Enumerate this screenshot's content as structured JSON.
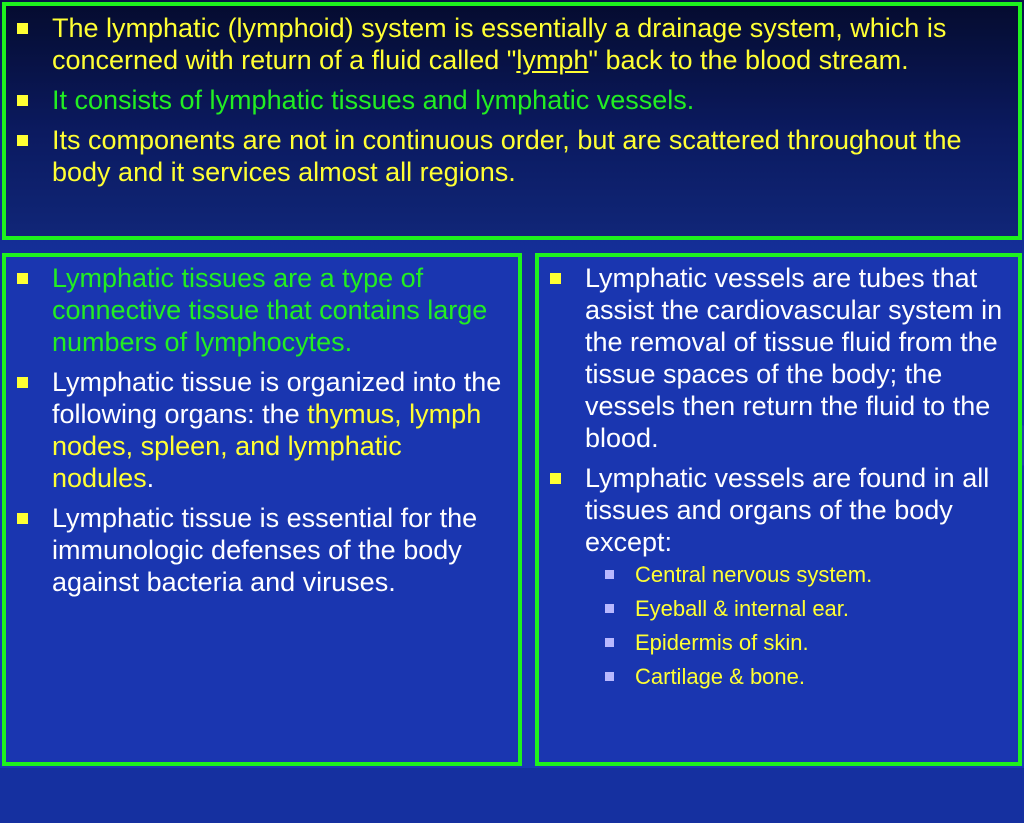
{
  "top_box": {
    "bullets": [
      {
        "text_before": "The lymphatic (lymphoid) system is essentially a drainage system, which is concerned with return of a fluid called \"",
        "link": "lymph",
        "text_after": "\" back to the blood stream."
      },
      {
        "text": "It consists of lymphatic tissues and lymphatic vessels."
      },
      {
        "text": "Its components are not in continuous order, but are scattered throughout the body and it services almost all regions."
      }
    ]
  },
  "left_box": {
    "bullets": [
      {
        "text": "Lymphatic tissues are a type of connective tissue that contains large numbers of lymphocytes."
      },
      {
        "text_before": "Lymphatic tissue is organized into the following organs: the ",
        "highlight": "thymus, lymph nodes, spleen, and lymphatic nodules",
        "text_after": "."
      },
      {
        "text": "Lymphatic tissue is essential for the immunologic defenses of the body against bacteria and viruses."
      }
    ]
  },
  "right_box": {
    "bullets": [
      {
        "text": "Lymphatic vessels are tubes that assist the cardiovascular system in the removal of tissue fluid from the tissue spaces of the body; the vessels then return the fluid to the blood."
      },
      {
        "text": "Lymphatic vessels are found in all tissues and organs of the body except:"
      }
    ],
    "sub_bullets": [
      "Central nervous system.",
      "Eyeball & internal ear.",
      "Epidermis of skin.",
      "Cartilage & bone."
    ]
  },
  "colors": {
    "border": "#1ef21e",
    "bullet": "#ffff33",
    "sub_bullet": "#b8b8ff",
    "yellow_text": "#ffff33",
    "green_text": "#22ee22",
    "white_text": "#ffffff"
  },
  "icons": {
    "bullet": "square-bullet-icon",
    "sub_bullet": "small-square-bullet-icon"
  }
}
